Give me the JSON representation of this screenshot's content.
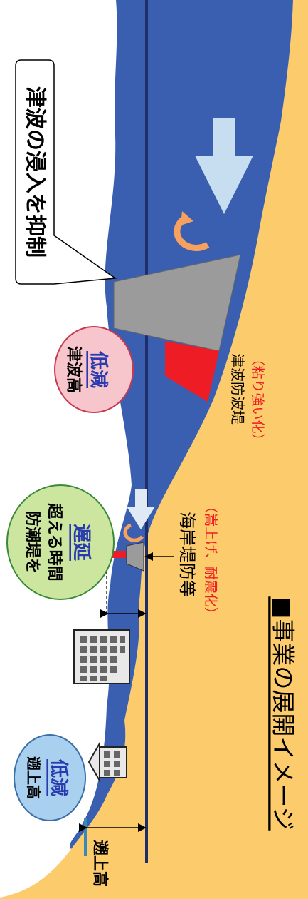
{
  "title": "■事業の展開イメージ",
  "callout_tsunami_intrusion": "津波の浸入を抑制",
  "label_breakwater_name": "津波防波堤",
  "label_breakwater_detail": "（粘り強い化）",
  "label_seawall_name": "海岸堤防等",
  "label_seawall_detail": "（嵩上げ、耐震化）",
  "bubble_tsunami_height": {
    "line1": "津波高",
    "line2": "低減"
  },
  "bubble_delay": {
    "line1": "防潮堤を",
    "line2": "超える時間",
    "line3": "遅延"
  },
  "bubble_runup": {
    "line1": "遡上高",
    "line2": "低減"
  },
  "label_runup_height": "遡上高",
  "colors": {
    "sea": "#3a5fb1",
    "land": "#fccb6c",
    "waterline": "#1f2d6b",
    "breakwater": "#9b9b9b",
    "breakwater_base": "#ee1c24",
    "arrow": "#c7def0",
    "swirl": "#f6a15f",
    "bubble_pink": "#f7c6cc",
    "bubble_green": "#cce6a0",
    "bubble_blue": "#a9d0ee",
    "reduce_text": "#2a3bb0",
    "detail_text": "#ee1c24"
  }
}
